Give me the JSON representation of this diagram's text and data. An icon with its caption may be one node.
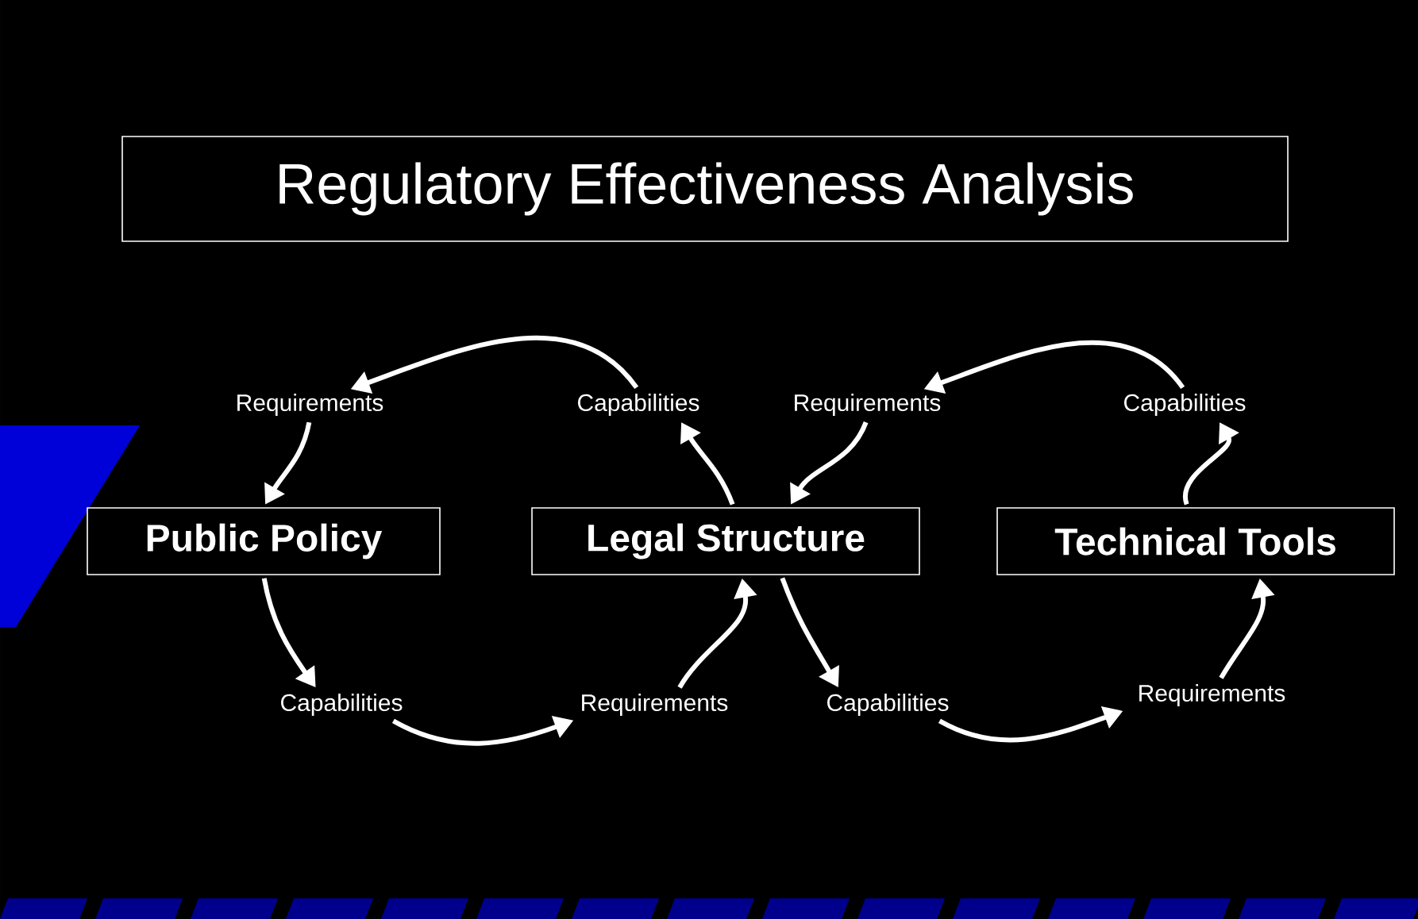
{
  "diagram": {
    "title": "Regulatory Effectiveness Analysis",
    "nodes": [
      {
        "text": [
          "Requirements"
        ]
      },
      {
        "text": [
          "Capabilities"
        ]
      },
      {
        "text": [
          "Requirements"
        ]
      },
      {
        "text": [
          "Capabilities"
        ]
      },
      {
        "text": [
          "Public Policy"
        ]
      },
      {
        "text": [
          "Legal Structure"
        ]
      },
      {
        "text": [
          "Technical Tools"
        ]
      },
      {
        "text": [
          "Capabilities"
        ]
      },
      {
        "text": [
          "Requirements"
        ]
      },
      {
        "text": [
          "Capabilities"
        ]
      },
      {
        "text": [
          "Requirements"
        ]
      }
    ],
    "edges": [
      {
        "from": 4,
        "to": 7,
        "arrow": "to"
      },
      {
        "from": 7,
        "to": 8,
        "arrow": "to"
      },
      {
        "from": 8,
        "to": 5,
        "arrow": "to"
      },
      {
        "from": 5,
        "to": 1,
        "arrow": "to"
      },
      {
        "from": 1,
        "to": 0,
        "arrow": "to"
      },
      {
        "from": 0,
        "to": 4,
        "arrow": "to"
      },
      {
        "from": 5,
        "to": 9,
        "arrow": "to"
      },
      {
        "from": 9,
        "to": 10,
        "arrow": "to"
      },
      {
        "from": 10,
        "to": 6,
        "arrow": "to"
      },
      {
        "from": 6,
        "to": 3,
        "arrow": "to"
      },
      {
        "from": 3,
        "to": 2,
        "arrow": "to"
      },
      {
        "from": 2,
        "to": 5,
        "arrow": "to"
      }
    ]
  }
}
